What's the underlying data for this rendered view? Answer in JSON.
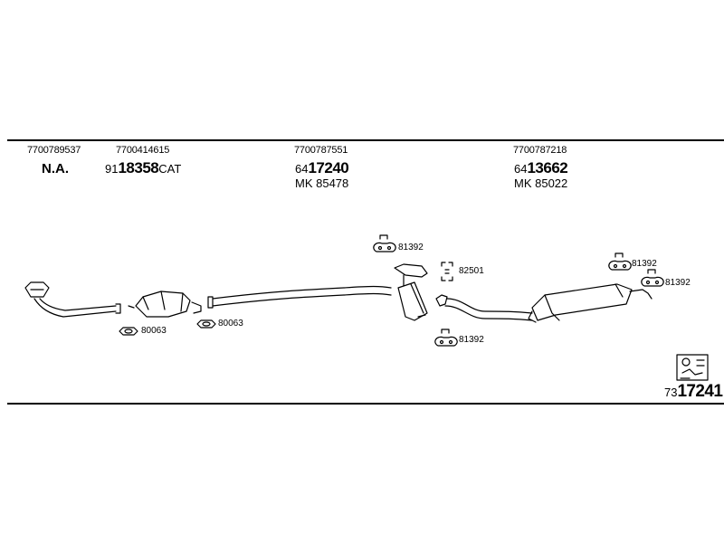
{
  "header": {
    "col1": {
      "part": "7700789537",
      "label": "N.A."
    },
    "col2": {
      "part": "7700414615",
      "prefix": "91",
      "num": "18358",
      "suffix": "CAT"
    },
    "col3": {
      "part": "7700787551",
      "prefix": "64",
      "num": "17240",
      "mk": "MK  85478"
    },
    "col4": {
      "part": "7700787218",
      "prefix": "64",
      "num": "13662",
      "mk": "MK  85022"
    }
  },
  "labels": {
    "ring1": "80063",
    "ring2": "80063",
    "hanger_top": "81392",
    "clamp": "82501",
    "hanger_mid": "81392",
    "hanger_right1": "81392",
    "hanger_right2": "81392"
  },
  "reference": {
    "prefix": "73",
    "num": "17241"
  }
}
